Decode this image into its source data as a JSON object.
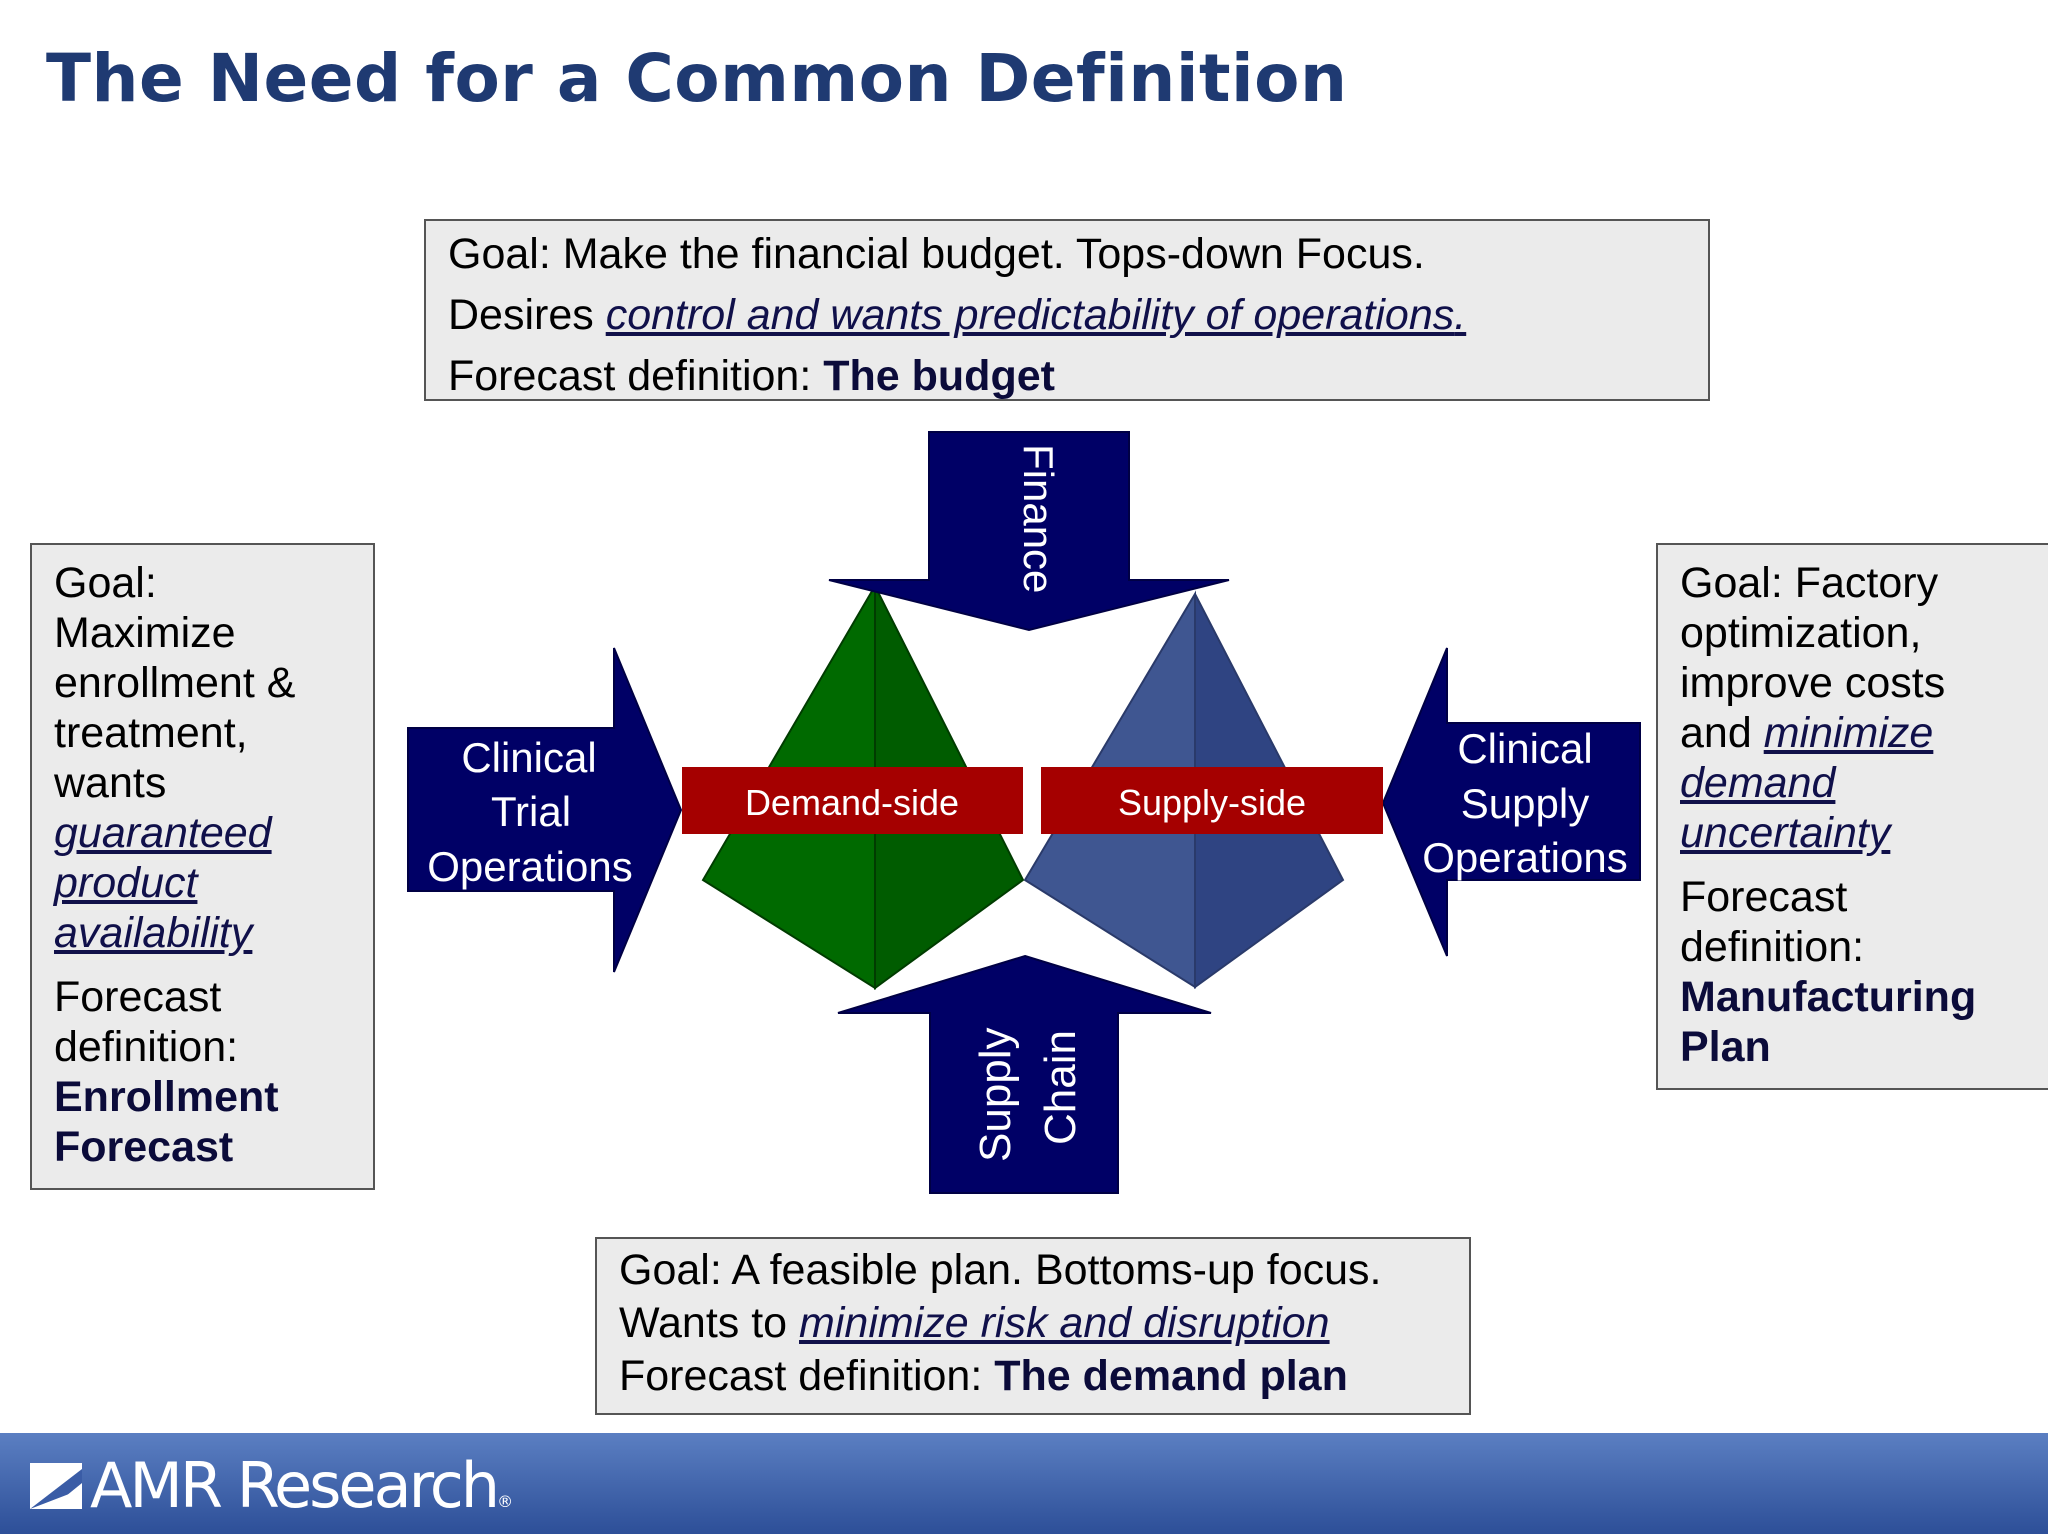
{
  "title": "The Need for a Common Definition",
  "finance_box": {
    "goal": "Goal:  Make the financial budget.  Tops-down Focus.",
    "desires_prefix": "Desires ",
    "desires_emphasis": "control and wants predictability of operations",
    "desires_suffix": ".",
    "forecast_prefix": "Forecast definition:  ",
    "forecast_value": "The budget"
  },
  "supply_box": {
    "goal": "Goal:  A feasible plan. Bottoms-up focus.",
    "wants_prefix": "Wants to ",
    "wants_emphasis": "minimize risk and disruption",
    "forecast_prefix": "Forecast definition:  ",
    "forecast_value": "The demand plan"
  },
  "trial_box": {
    "line1": "Goal:",
    "line2": "Maximize",
    "line3": "enrollment &",
    "line4": "treatment,",
    "line5": "wants",
    "em1": "guaranteed",
    "em2": "product",
    "em3": "availability",
    "forecast1": "Forecast",
    "forecast2": "definition:",
    "value1": "Enrollment",
    "value2": "Forecast"
  },
  "mfg_box": {
    "line1": "Goal: Factory",
    "line2": "optimization,",
    "line3": "improve costs",
    "line4_prefix": "and ",
    "em1": "minimize",
    "em2": "demand",
    "em3": "uncertainty",
    "forecast1": "Forecast",
    "forecast2": "definition:",
    "value1": "Manufacturing",
    "value2": "Plan"
  },
  "diagram": {
    "arrow_finance": "Finance",
    "arrow_supply_1": "Supply",
    "arrow_supply_2": "Chain",
    "arrow_trial_1": "Clinical",
    "arrow_trial_2": "Trial",
    "arrow_trial_3": "Operations",
    "arrow_csops_1": "Clinical",
    "arrow_csops_2": "Supply",
    "arrow_csops_3": "Operations",
    "demand_label": "Demand-side",
    "supply_label": "Supply-side"
  },
  "footer": {
    "logo": "AMR Research",
    "reg_mark": "®"
  },
  "colors": {
    "title": "#1f3a72",
    "arrow_fill": "#000066",
    "demand_pyramid": "#006600",
    "supply_pyramid": "#3b4f8c",
    "label_band": "#a50000",
    "footer": "#3a5ca6"
  }
}
